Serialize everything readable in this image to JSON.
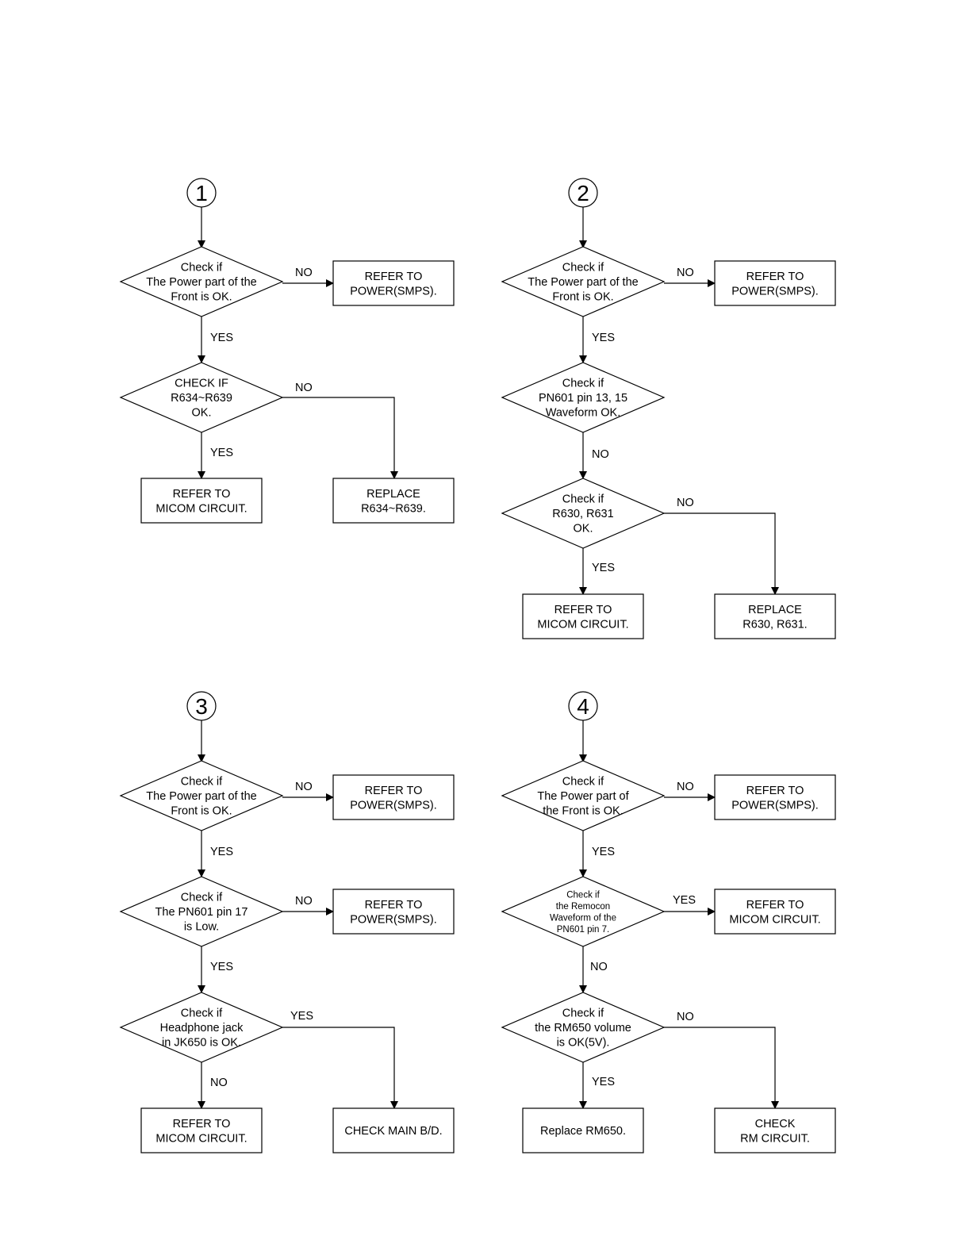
{
  "flowcharts": [
    {
      "number": "1",
      "nodes": [
        {
          "id": "d1",
          "type": "decision",
          "lines": [
            "Check if",
            "The Power part of the",
            "Front is OK."
          ]
        },
        {
          "id": "b1",
          "type": "box",
          "lines": [
            "REFER TO",
            "POWER(SMPS)."
          ]
        },
        {
          "id": "d2",
          "type": "decision",
          "lines": [
            "CHECK IF",
            "R634~R639",
            "OK."
          ]
        },
        {
          "id": "b2",
          "type": "box",
          "lines": [
            "REFER TO",
            "MICOM CIRCUIT."
          ]
        },
        {
          "id": "b3",
          "type": "box",
          "lines": [
            "REPLACE",
            "R634~R639."
          ]
        }
      ],
      "edges": [
        {
          "from": "start",
          "to": "d1",
          "label": ""
        },
        {
          "from": "d1",
          "to": "b1",
          "label": "NO"
        },
        {
          "from": "d1",
          "to": "d2",
          "label": "YES"
        },
        {
          "from": "d2",
          "to": "b2",
          "label": "YES"
        },
        {
          "from": "d2",
          "to": "b3",
          "label": "NO"
        }
      ]
    },
    {
      "number": "2",
      "nodes": [
        {
          "id": "d1",
          "type": "decision",
          "lines": [
            "Check if",
            "The Power part of the",
            "Front is OK."
          ]
        },
        {
          "id": "b1",
          "type": "box",
          "lines": [
            "REFER TO",
            "POWER(SMPS)."
          ]
        },
        {
          "id": "d2",
          "type": "decision",
          "lines": [
            "Check if",
            "PN601 pin 13, 15",
            "Waveform OK."
          ]
        },
        {
          "id": "d3",
          "type": "decision",
          "lines": [
            "Check if",
            "R630, R631",
            "OK."
          ]
        },
        {
          "id": "b2",
          "type": "box",
          "lines": [
            "REFER TO",
            "MICOM CIRCUIT."
          ]
        },
        {
          "id": "b3",
          "type": "box",
          "lines": [
            "REPLACE",
            "R630, R631."
          ]
        }
      ],
      "edges": [
        {
          "from": "start",
          "to": "d1",
          "label": ""
        },
        {
          "from": "d1",
          "to": "b1",
          "label": "NO"
        },
        {
          "from": "d1",
          "to": "d2",
          "label": "YES"
        },
        {
          "from": "d2",
          "to": "d3",
          "label": "NO"
        },
        {
          "from": "d3",
          "to": "b2",
          "label": "YES"
        },
        {
          "from": "d3",
          "to": "b3",
          "label": "NO"
        }
      ]
    },
    {
      "number": "3",
      "nodes": [
        {
          "id": "d1",
          "type": "decision",
          "lines": [
            "Check if",
            "The Power part of the",
            "Front is OK."
          ]
        },
        {
          "id": "b1",
          "type": "box",
          "lines": [
            "REFER TO",
            "POWER(SMPS)."
          ]
        },
        {
          "id": "d2",
          "type": "decision",
          "lines": [
            "Check if",
            "The PN601 pin 17",
            "is Low."
          ]
        },
        {
          "id": "b2",
          "type": "box",
          "lines": [
            "REFER TO",
            "POWER(SMPS)."
          ]
        },
        {
          "id": "d3",
          "type": "decision",
          "lines": [
            "Check if",
            "Headphone jack",
            "in JK650 is OK."
          ]
        },
        {
          "id": "b3",
          "type": "box",
          "lines": [
            "REFER TO",
            "MICOM CIRCUIT."
          ]
        },
        {
          "id": "b4",
          "type": "box",
          "lines": [
            "CHECK MAIN B/D."
          ]
        }
      ],
      "edges": [
        {
          "from": "start",
          "to": "d1",
          "label": ""
        },
        {
          "from": "d1",
          "to": "b1",
          "label": "NO"
        },
        {
          "from": "d1",
          "to": "d2",
          "label": "YES"
        },
        {
          "from": "d2",
          "to": "b2",
          "label": "NO"
        },
        {
          "from": "d2",
          "to": "d3",
          "label": "YES"
        },
        {
          "from": "d3",
          "to": "b3",
          "label": "NO"
        },
        {
          "from": "d3",
          "to": "b4",
          "label": "YES"
        }
      ]
    },
    {
      "number": "4",
      "nodes": [
        {
          "id": "d1",
          "type": "decision",
          "lines": [
            "Check if",
            "The Power part of",
            "the Front is OK."
          ]
        },
        {
          "id": "b1",
          "type": "box",
          "lines": [
            "REFER TO",
            "POWER(SMPS)."
          ]
        },
        {
          "id": "d2",
          "type": "decision",
          "small": true,
          "lines": [
            "Check if",
            "the Remocon",
            "Waveform of the",
            "PN601 pin 7."
          ]
        },
        {
          "id": "b2",
          "type": "box",
          "lines": [
            "REFER TO",
            "MICOM CIRCUIT."
          ]
        },
        {
          "id": "d3",
          "type": "decision",
          "lines": [
            "Check if",
            "the RM650 volume",
            "is OK(5V)."
          ]
        },
        {
          "id": "b3",
          "type": "box",
          "lines": [
            "Replace RM650."
          ]
        },
        {
          "id": "b4",
          "type": "box",
          "lines": [
            "CHECK",
            "RM CIRCUIT."
          ]
        }
      ],
      "edges": [
        {
          "from": "start",
          "to": "d1",
          "label": ""
        },
        {
          "from": "d1",
          "to": "b1",
          "label": "NO"
        },
        {
          "from": "d1",
          "to": "d2",
          "label": "YES"
        },
        {
          "from": "d2",
          "to": "b2",
          "label": "YES"
        },
        {
          "from": "d2",
          "to": "d3",
          "label": "NO"
        },
        {
          "from": "d3",
          "to": "b3",
          "label": "YES"
        },
        {
          "from": "d3",
          "to": "b4",
          "label": "NO"
        }
      ]
    }
  ]
}
